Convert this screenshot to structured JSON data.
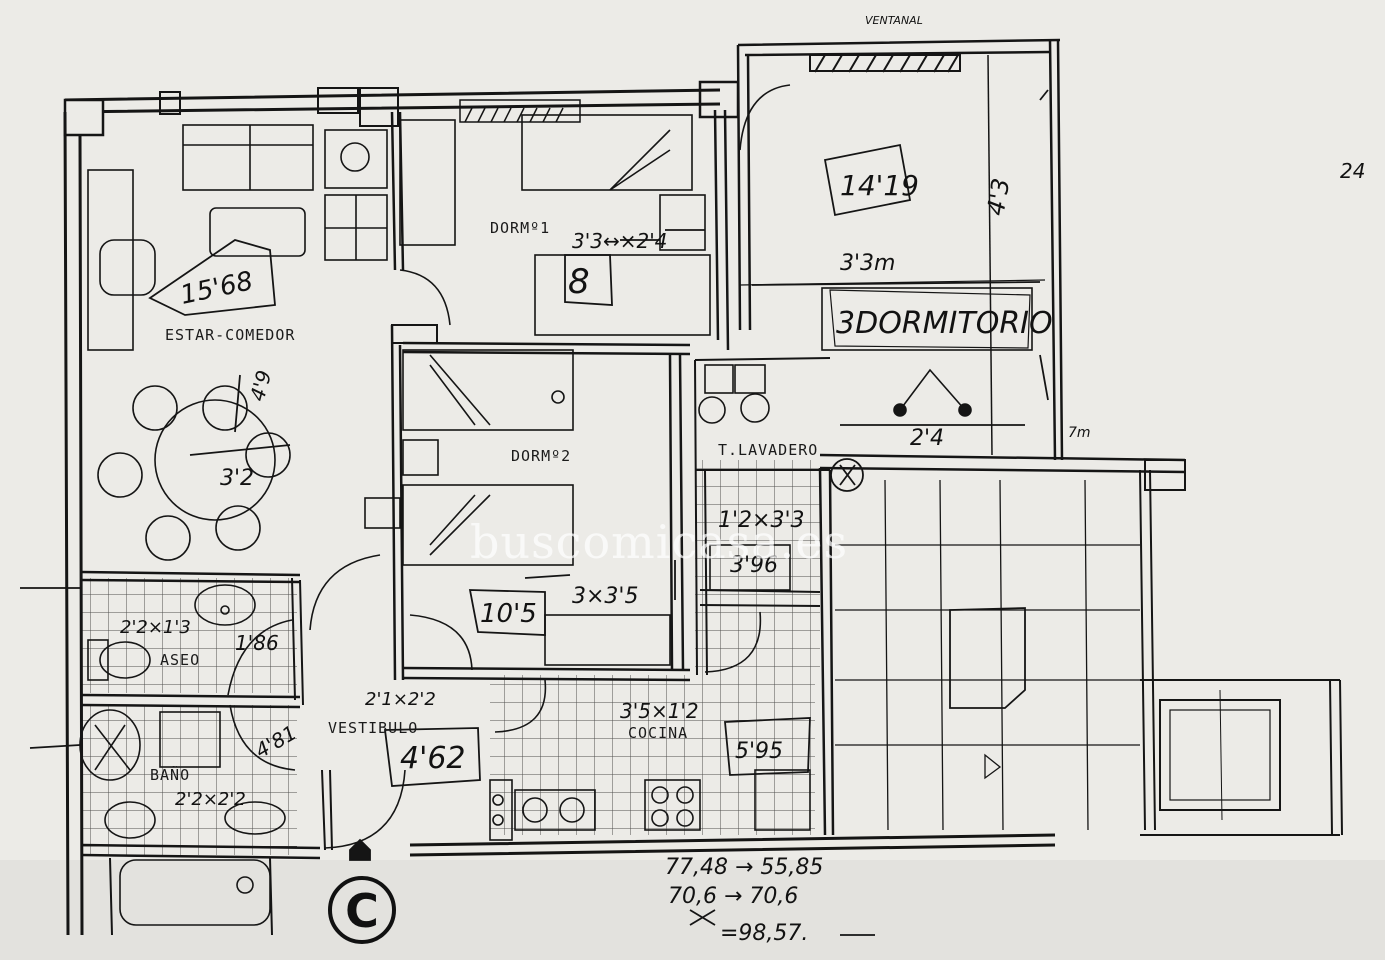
{
  "rooms": {
    "estar": "ESTAR-COMEDOR",
    "dorm1": "DORMº1",
    "dorm2": "DORMº2",
    "dorm3": "3DORMITORIO",
    "lavadero": "T.LAVADERO",
    "aseo": "ASEO",
    "bano": "BAÑO",
    "vestibulo": "VESTIBULO",
    "cocina": "COCINA",
    "ventanal": "VENTANAL"
  },
  "areas": {
    "estar": "15'68",
    "dorm1": "8",
    "dorm2": "10'5",
    "dorm3": "14'19",
    "lavadero": "3'96",
    "aseo": "1'86",
    "bano": "4'81",
    "vestibulo": "4'62",
    "cocina": "5'95"
  },
  "dimensions": {
    "estar_h": "4'9",
    "estar_w": "3'2",
    "dorm1": "3'3↔×2'4",
    "dorm2": "3×3'5",
    "dorm3_w": "3'3m",
    "dorm3_h": "4'3",
    "dorm3_w2": "2'4",
    "dorm3_note": "7m",
    "lavadero": "1'2×3'3",
    "aseo": "2'2×1'3",
    "bano": "2'2×2'2",
    "vestibulo": "2'1×2'2",
    "cocina": "3'5×1'2"
  },
  "totals": {
    "line1": "77,48 → 55,85",
    "line2": "70,6 → 70,6",
    "line3": "=98,57."
  },
  "margin_note": "24",
  "watermark": "buscomicasa.es",
  "logo_letter": "C",
  "colors": {
    "paper": "#ecebe7",
    "ink": "#151515",
    "hatch": "#2a2a2a"
  }
}
